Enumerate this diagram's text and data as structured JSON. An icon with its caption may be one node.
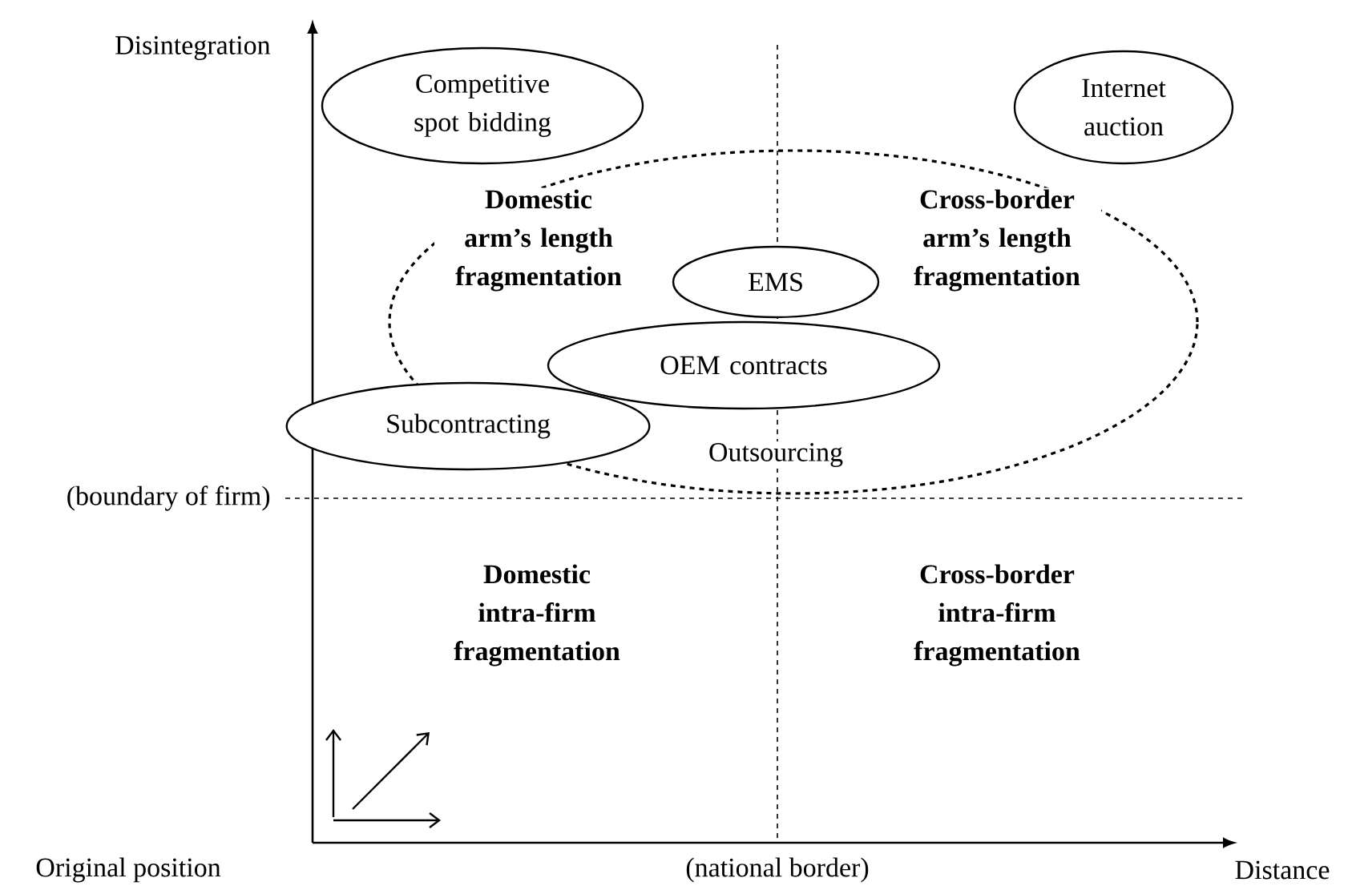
{
  "diagram": {
    "nodes": [
      {
        "text": [
          "Competitive spot bidding"
        ]
      },
      {
        "text": [
          "Internet auction"
        ]
      },
      {
        "text": [
          "Outsourcing"
        ]
      },
      {
        "text": [
          "EMS"
        ],
        "in": 2
      },
      {
        "text": [
          "OEM contracts"
        ],
        "in": 2
      },
      {
        "text": [
          "Subcontracting"
        ]
      }
    ],
    "labels": [
      "Disintegration",
      "Domestic arm’s length fragmentation",
      "Cross-border arm’s length fragmentation",
      "(boundary of firm)",
      "Domestic intra-firm fragmentation",
      "Cross-border intra-firm fragmentation",
      "Original position",
      "(national border)",
      "Distance"
    ]
  }
}
